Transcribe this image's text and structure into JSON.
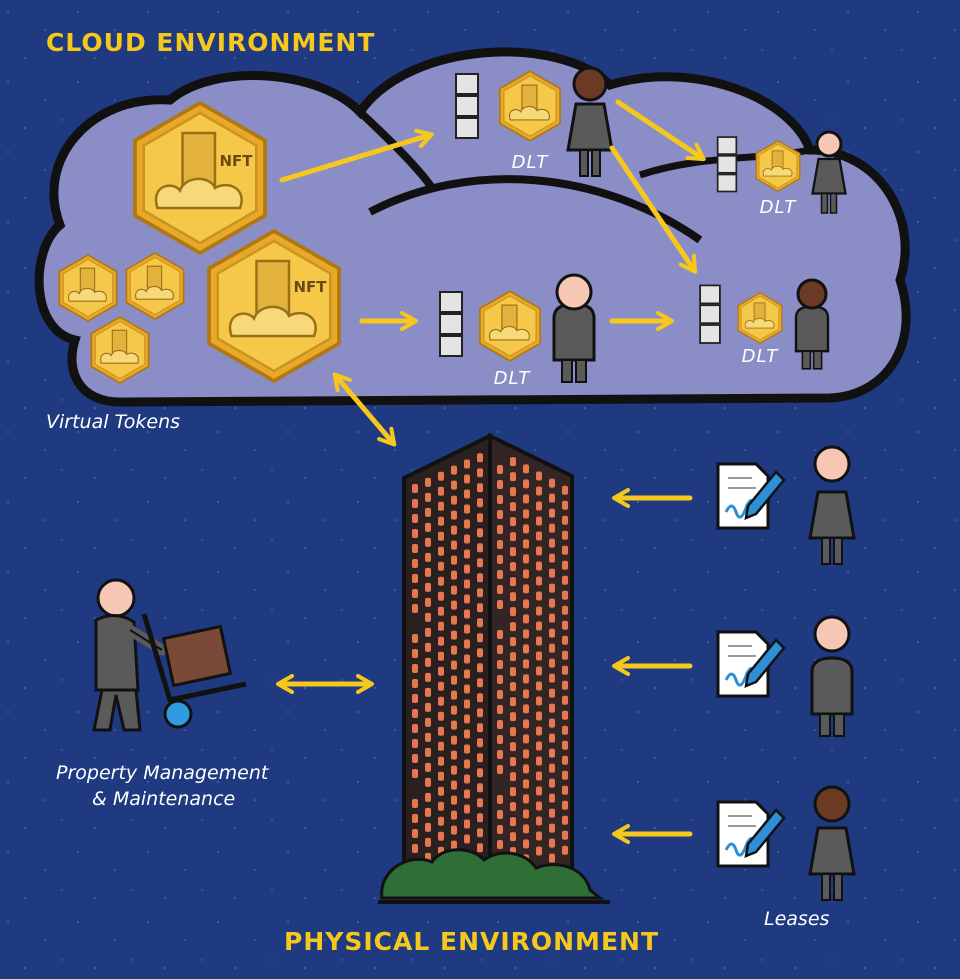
{
  "titles": {
    "cloud": "CLOUD ENVIRONMENT",
    "physical": "PHYSICAL ENVIRONMENT"
  },
  "labels": {
    "dlt": "DLT",
    "virtual_tokens": "Virtual Tokens",
    "property_line1": "Property Management",
    "property_line2": "& Maintenance",
    "leases": "Leases"
  },
  "token_badge": "NFT",
  "colors": {
    "background": "#1f3a80",
    "cloud_fill": "#8b8dc6",
    "accent_yellow": "#f6c81b",
    "token_gold": "#f3c139",
    "building_dark": "#2a2020",
    "window_orange": "#e7774f",
    "person_gray": "#5a5a5a",
    "skin_light": "#f6c7b5",
    "skin_dark": "#6b3a24",
    "pen_blue": "#2f8fd6"
  },
  "icons": [
    "token-icon",
    "block-stack-icon",
    "person-icon",
    "lease-document-icon",
    "pen-icon",
    "skyscraper-icon",
    "maintenance-worker-icon",
    "hand-cart-icon",
    "arrow-icon"
  ]
}
